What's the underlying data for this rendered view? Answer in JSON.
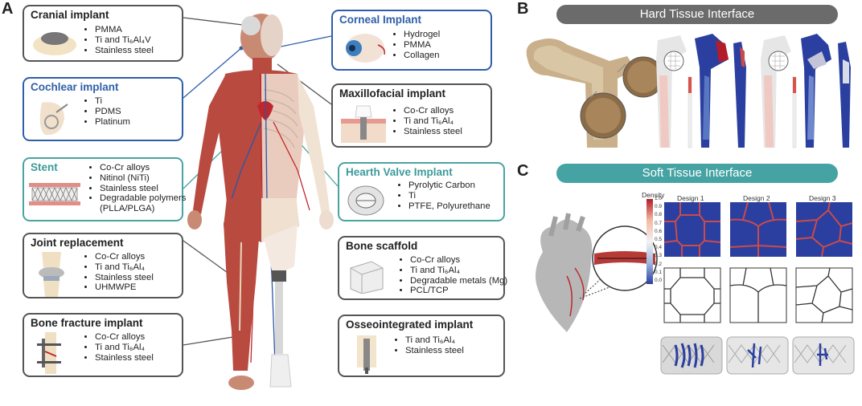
{
  "panels": {
    "a": "A",
    "b": "B",
    "c": "C"
  },
  "implants": {
    "cranial": {
      "title": "Cranial implant",
      "items": [
        "PMMA",
        "Ti and Ti₆Al₄V",
        "Stainless steel"
      ]
    },
    "cochlear": {
      "title": "Cochlear implant",
      "items": [
        "Ti",
        "PDMS",
        "Platinum"
      ]
    },
    "stent": {
      "title": "Stent",
      "items": [
        "Co-Cr alloys",
        "Nitinol (NiTi)",
        "Stainless steel",
        "Degradable polymers",
        "(PLLA/PLGA)"
      ]
    },
    "joint": {
      "title": "Joint replacement",
      "items": [
        "Co-Cr alloys",
        "Ti and Ti₆Al₄",
        "Stainless steel",
        "UHMWPE"
      ]
    },
    "fracture": {
      "title": "Bone fracture implant",
      "items": [
        "Co-Cr alloys",
        "Ti and Ti₆Al₄",
        "Stainless steel"
      ]
    },
    "corneal": {
      "title": "Corneal Implant",
      "items": [
        "Hydrogel",
        "PMMA",
        "Collagen"
      ]
    },
    "maxillofacial": {
      "title": "Maxillofacial implant",
      "items": [
        "Co-Cr alloys",
        "Ti and Ti₆Al₄",
        "Stainless steel"
      ]
    },
    "valve": {
      "title": "Hearth Valve Implant",
      "items": [
        "Pyrolytic Carbon",
        "Ti",
        "PTFE, Polyurethane"
      ]
    },
    "scaffold": {
      "title": "Bone scaffold",
      "items": [
        "Co-Cr alloys",
        "Ti and Ti₆Al₄",
        "Degradable metals (Mg)",
        "PCL/TCP"
      ]
    },
    "osseo": {
      "title": "Osseointegrated implant",
      "items": [
        "Ti and Ti₆Al₄",
        "Stainless steel"
      ]
    }
  },
  "hard_tissue": {
    "banner": "Hard Tissue Interface"
  },
  "soft_tissue": {
    "banner": "Soft Tissue Interface",
    "colorbar_title": "Density",
    "colorbar_ticks": [
      "1.0",
      "0.9",
      "0.8",
      "0.7",
      "0.6",
      "0.5",
      "0.4",
      "0.3",
      "0.2",
      "0.1",
      "0.0"
    ],
    "designs": [
      "Design 1",
      "Design 2",
      "Design 3"
    ]
  },
  "colors": {
    "blue_border": "#2f5fa8",
    "teal_border": "#4aa3a3",
    "gray_border": "#555555",
    "muscle": "#b84a3f",
    "density_blue": "#2b3fa0"
  }
}
